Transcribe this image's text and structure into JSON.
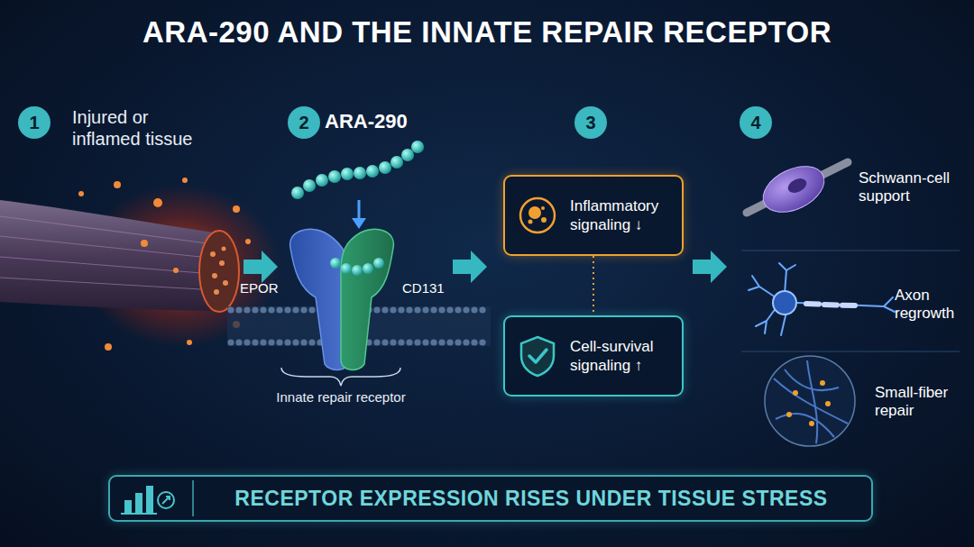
{
  "diagram": {
    "title": "ARA-290 AND THE INNATE REPAIR RECEPTOR",
    "nodes": [
      {
        "text": [
          "Inflammatory signaling ↓"
        ]
      },
      {
        "text": [
          "Cell-survival signaling ↑"
        ]
      },
      {
        "text": [
          "RECEPTOR EXPRESSION RISES UNDER TISSUE STRESS"
        ]
      }
    ],
    "edges": [
      {
        "from": 0,
        "to": 1,
        "arrow": "none"
      }
    ],
    "labels": [
      "1",
      "Injured or inflamed tissue",
      "2",
      "ARA-290",
      "EPOR",
      "CD131",
      "Innate repair receptor",
      "3",
      "4",
      "Schwann-cell support",
      "Axon regrowth",
      "Small-fiber repair"
    ]
  }
}
